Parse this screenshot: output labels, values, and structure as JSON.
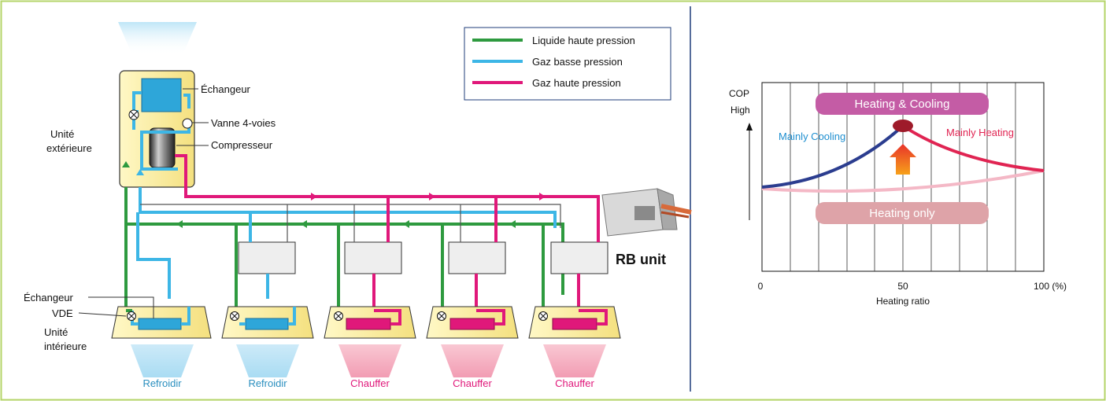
{
  "colors": {
    "frame_border": "#b5d46a",
    "divider": "#1f3c7a",
    "liquid_high": "#2e9a3f",
    "gas_low": "#3db6e6",
    "gas_high": "#e0187a",
    "thin_pipe": "#555555",
    "unit_fill": "#fdf6b0",
    "cool_air": "#bfe6f7",
    "heat_air": "#f6b6c6"
  },
  "legend": {
    "items": [
      {
        "label": "Liquide haute pression",
        "color": "#2e9a3f"
      },
      {
        "label": "Gaz basse pression",
        "color": "#3db6e6"
      },
      {
        "label": "Gaz haute pression",
        "color": "#e0187a"
      }
    ]
  },
  "outdoor": {
    "unit_label_1": "Unité",
    "unit_label_2": "extérieure",
    "exchanger": "Échangeur",
    "valve": "Vanne 4-voies",
    "compressor": "Compresseur"
  },
  "indoor": {
    "exchanger": "Échangeur",
    "vde": "VDE",
    "unit_label_1": "Unité",
    "unit_label_2": "intérieure",
    "units": [
      {
        "mode": "Refroidir",
        "kind": "cool"
      },
      {
        "mode": "Refroidir",
        "kind": "cool"
      },
      {
        "mode": "Chauffer",
        "kind": "heat"
      },
      {
        "mode": "Chauffer",
        "kind": "heat"
      },
      {
        "mode": "Chauffer",
        "kind": "heat"
      }
    ]
  },
  "rb_unit": {
    "label": "RB unit"
  },
  "cop_chart": {
    "y_title": "COP",
    "y_high": "High",
    "band_top": "Heating & Cooling",
    "band_bottom": "Heating only",
    "mainly_cooling": "Mainly Cooling",
    "mainly_heating": "Mainly Heating",
    "x_ticks": [
      "0",
      "50",
      "100 (%)"
    ],
    "x_label": "Heating ratio",
    "band_top_color": "#c45ca5",
    "band_bottom_color": "#dea3a8",
    "cooling_color": "#2b3d8f",
    "heating_color": "#e02452",
    "heating_only_color": "#f4b8c6",
    "mainly_cooling_color": "#1f8fd0",
    "mainly_heating_color": "#e02452"
  }
}
